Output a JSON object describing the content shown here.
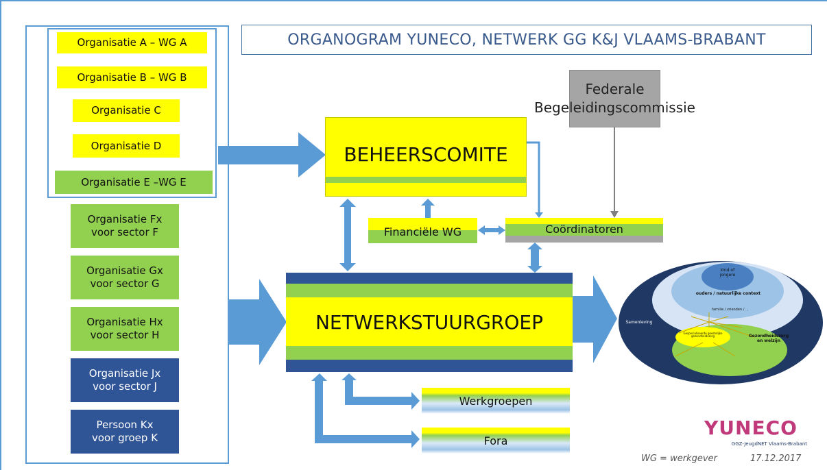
{
  "title": "ORGANOGRAM YUNECO, NETWERK GG K&J VLAAMS-BRABANT",
  "organisations": [
    {
      "label": "Organisatie A – WG A",
      "color": "#ffff00"
    },
    {
      "label": "Organisatie B – WG B",
      "color": "#ffff00"
    },
    {
      "label": "Organisatie C",
      "color": "#ffff00"
    },
    {
      "label": "Organisatie D",
      "color": "#ffff00"
    },
    {
      "label": "Organisatie E –WG E",
      "color": "#92d050"
    },
    {
      "line1": "Organisatie Fx",
      "line2": "voor sector F",
      "color": "#92d050"
    },
    {
      "line1": "Organisatie Gx",
      "line2": "voor sector G",
      "color": "#92d050"
    },
    {
      "line1": "Organisatie Hx",
      "line2": "voor sector H",
      "color": "#92d050"
    },
    {
      "line1": "Organisatie Jx",
      "line2": "voor sector J",
      "color": "#2f5597"
    },
    {
      "line1": "Persoon Kx",
      "line2": "voor groep K",
      "color": "#2f5597"
    }
  ],
  "federal": {
    "line1": "Federale",
    "line2": "Begeleidingscommissie"
  },
  "beheerscomite": "BEHEERSCOMITE",
  "financiele_wg": "Financiële WG",
  "coordinatoren": "Coördinatoren",
  "netwerkstuurgroep": "NETWERKSTUURGROEP",
  "werkgroepen": "Werkgroepen",
  "fora": "Fora",
  "model": {
    "center": "kind of jongere",
    "ring2": "ouders / natuurlijke context",
    "ring3": "familie / vrienden / ...",
    "left_label": "Samenleving",
    "green_title": "Gezondheidszorg en welzijn",
    "green_center": "Gespecialiseerde geestelijke gezondheidszorg"
  },
  "logo": {
    "brand": "YUNECO",
    "subtitle": "GGZ-JeugdNET Vlaams-Brabant"
  },
  "footer": {
    "note": "WG = werkgever",
    "date": "17.12.2017"
  },
  "colors": {
    "accent": "#5b9bd5",
    "yellow": "#ffff00",
    "green": "#92d050",
    "navy": "#2f5597",
    "grey": "#a5a5a5"
  }
}
